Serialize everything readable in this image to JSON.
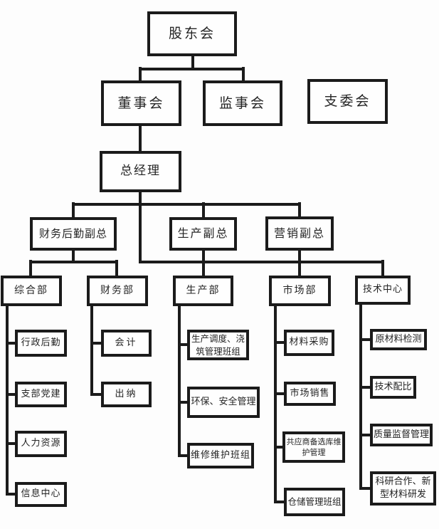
{
  "diagram": {
    "type": "org-chart",
    "line_color": "#1b1b1b",
    "background_color": "#fdfdfd",
    "nodes": {
      "shareholders": {
        "label": "股东会"
      },
      "board": {
        "label": "董事会"
      },
      "supervisory": {
        "label": "监事会"
      },
      "branch_committee": {
        "label": "支委会"
      },
      "general_manager": {
        "label": "总经理"
      },
      "vp_finance_logistics": {
        "label": "财务后勤副总"
      },
      "vp_production": {
        "label": "生产副总"
      },
      "vp_marketing": {
        "label": "营销副总"
      },
      "dept_general": {
        "label": "综合部"
      },
      "dept_finance": {
        "label": "财务部"
      },
      "dept_production": {
        "label": "生产部"
      },
      "dept_market": {
        "label": "市场部"
      },
      "tech_center": {
        "label": "技术中心"
      },
      "admin_logistics": {
        "label": "行政后勤"
      },
      "party_building": {
        "label": "支部党建"
      },
      "human_resources": {
        "label": "人力资源"
      },
      "info_center": {
        "label": "信息中心"
      },
      "accounting": {
        "label": "会计"
      },
      "cashier": {
        "label": "出纳"
      },
      "production_dispatch_team": {
        "label": "生产调度、浇\n筑管理班组"
      },
      "env_safety_mgmt": {
        "label": "环保、安全管理"
      },
      "maintenance_team": {
        "label": "维修维护班组"
      },
      "material_purchase": {
        "label": "材料采购"
      },
      "market_sales": {
        "label": "市场销售"
      },
      "supplier_pool_mgmt": {
        "label": "共应商备选库维\n护管理"
      },
      "warehouse_team": {
        "label": "仓储管理班组"
      },
      "raw_material_test": {
        "label": "原材料检测"
      },
      "tech_ratio": {
        "label": "技术配比"
      },
      "quality_supervision": {
        "label": "质量监督管理"
      },
      "research_newmaterial": {
        "label": "科研合作、新\n型材料研发"
      }
    },
    "edges": [
      [
        "shareholders",
        "board"
      ],
      [
        "shareholders",
        "supervisory"
      ],
      [
        "board",
        "general_manager"
      ],
      [
        "general_manager",
        "vp_finance_logistics"
      ],
      [
        "general_manager",
        "vp_production"
      ],
      [
        "general_manager",
        "vp_marketing"
      ],
      [
        "general_manager",
        "tech_center"
      ],
      [
        "vp_finance_logistics",
        "dept_general"
      ],
      [
        "vp_finance_logistics",
        "dept_finance"
      ],
      [
        "vp_production",
        "dept_production"
      ],
      [
        "vp_marketing",
        "dept_market"
      ],
      [
        "dept_general",
        "admin_logistics"
      ],
      [
        "dept_general",
        "party_building"
      ],
      [
        "dept_general",
        "human_resources"
      ],
      [
        "dept_general",
        "info_center"
      ],
      [
        "dept_finance",
        "accounting"
      ],
      [
        "dept_finance",
        "cashier"
      ],
      [
        "dept_production",
        "production_dispatch_team"
      ],
      [
        "dept_production",
        "env_safety_mgmt"
      ],
      [
        "dept_production",
        "maintenance_team"
      ],
      [
        "dept_market",
        "material_purchase"
      ],
      [
        "dept_market",
        "market_sales"
      ],
      [
        "dept_market",
        "supplier_pool_mgmt"
      ],
      [
        "dept_market",
        "warehouse_team"
      ],
      [
        "tech_center",
        "raw_material_test"
      ],
      [
        "tech_center",
        "tech_ratio"
      ],
      [
        "tech_center",
        "quality_supervision"
      ],
      [
        "tech_center",
        "research_newmaterial"
      ]
    ]
  }
}
